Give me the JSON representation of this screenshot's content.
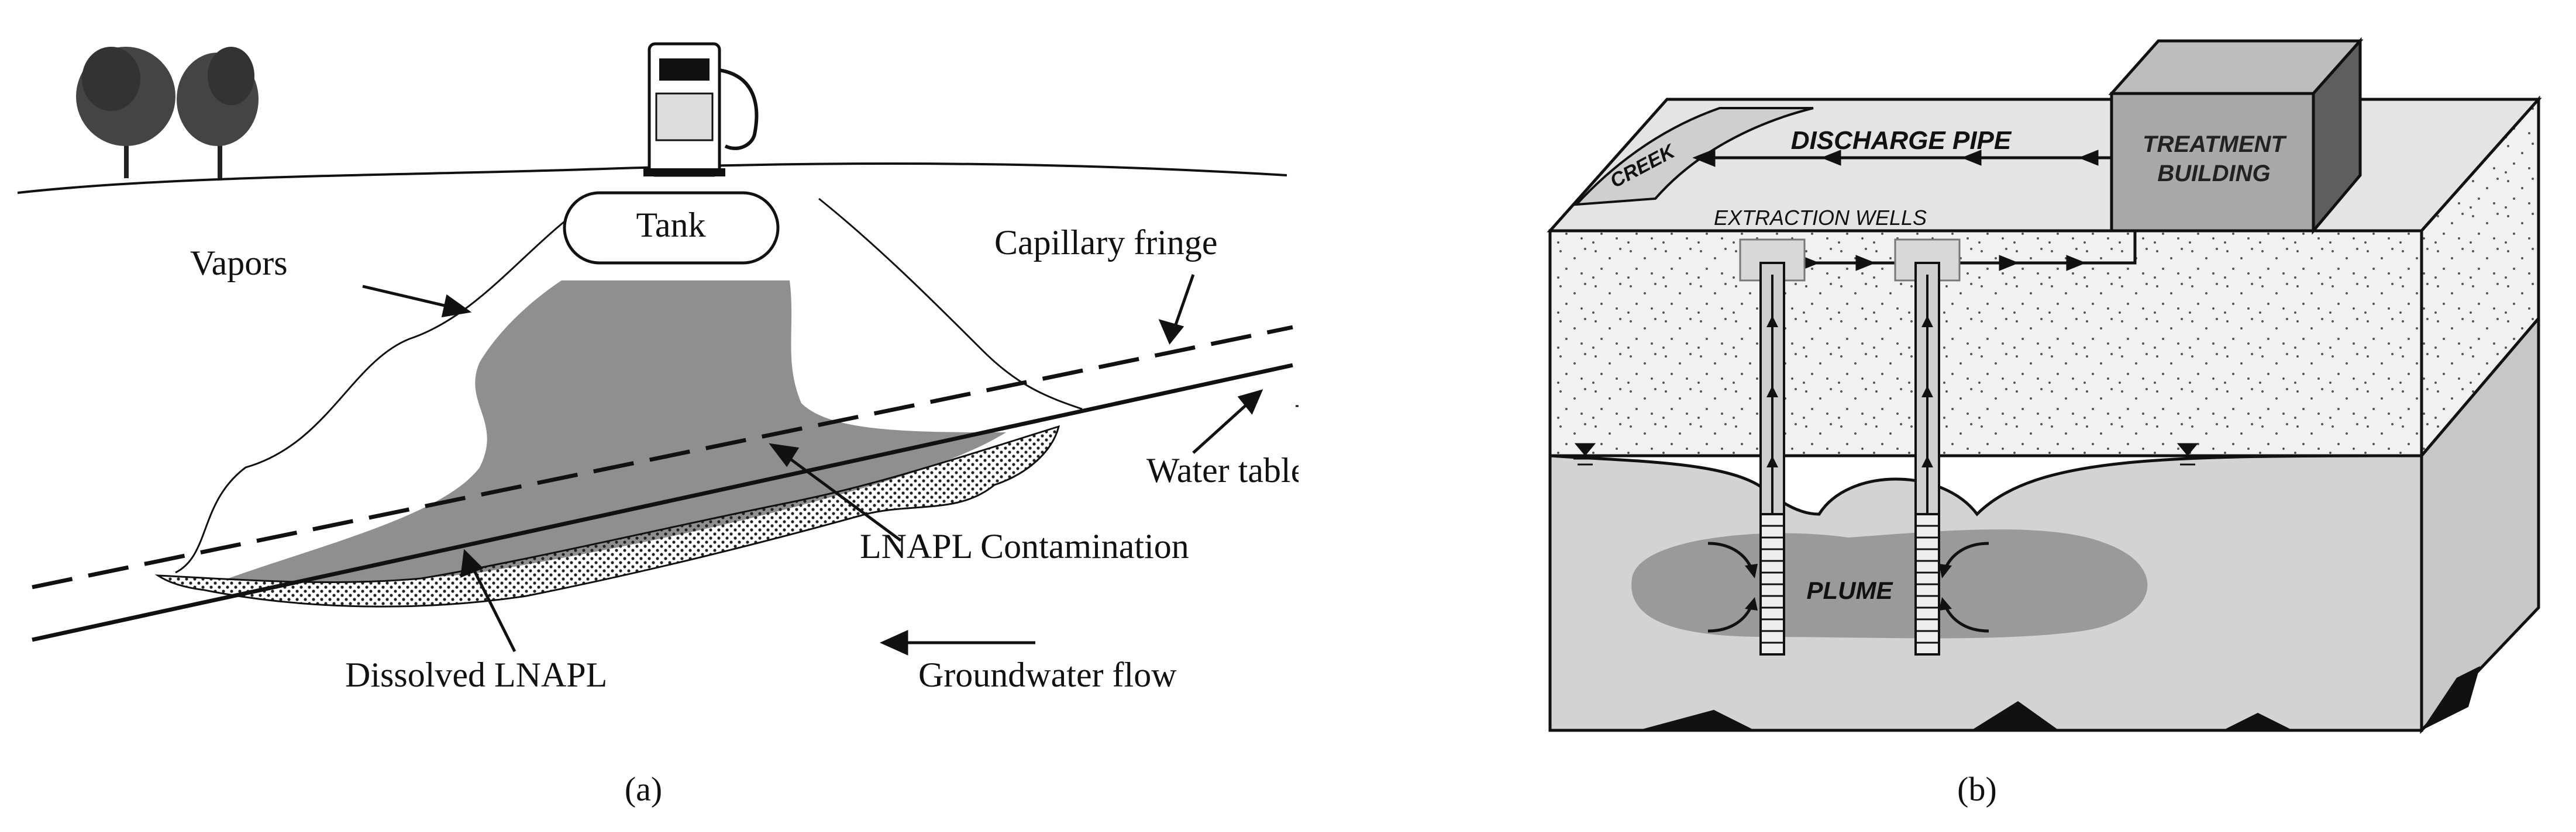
{
  "panel_a": {
    "caption": "(a)",
    "labels": {
      "tank": "Tank",
      "vapors": "Vapors",
      "capillary_fringe": "Capillary fringe",
      "water_table": "Water table",
      "lnapl_contamination": "LNAPL Contamination",
      "dissolved_lnapl": "Dissolved LNAPL",
      "groundwater_flow": "Groundwater flow"
    },
    "colors": {
      "lnapl": "#8f8f8f",
      "dissolved_dots": "#222222",
      "line": "#111111"
    }
  },
  "panel_b": {
    "caption": "(b)",
    "labels": {
      "creek": "CREEK",
      "discharge_pipe": "DISCHARGE PIPE",
      "treatment_building_line1": "TREATMENT",
      "treatment_building_line2": "BUILDING",
      "extraction_wells": "EXTRACTION WELLS",
      "plume": "PLUME"
    },
    "colors": {
      "vadose": "#efefef",
      "saturated": "#d3d3d3",
      "plume": "#9a9a9a",
      "building_top": "#bdbdbd",
      "building_front": "#a9a9a9",
      "building_side": "#5e5e5e"
    }
  }
}
